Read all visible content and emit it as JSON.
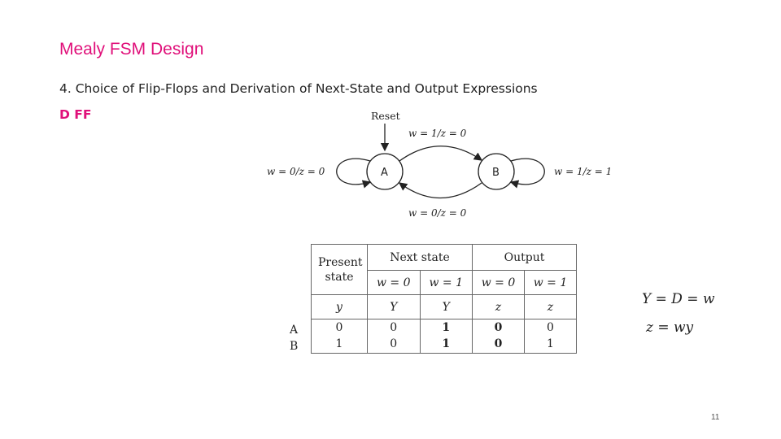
{
  "slide": {
    "title": "Mealy FSM Design",
    "subtitle": "4. Choice of Flip-Flops and Derivation of Next-State and Output Expressions",
    "flipflop_label": "D FF",
    "page_number": "11"
  },
  "diagram": {
    "reset_label": "Reset",
    "states": [
      "A",
      "B"
    ],
    "transitions": {
      "a_to_b": "w = 1/z = 0",
      "b_to_a": "w = 0/z = 0",
      "a_self": "w = 0/z = 0",
      "b_self": "w = 1/z = 1"
    }
  },
  "table": {
    "header_present": "Present state",
    "header_next": "Next state",
    "header_output": "Output",
    "sub_w0": "w = 0",
    "sub_w1": "w = 1",
    "var_present": "y",
    "var_next": "Y",
    "var_output": "z",
    "rows": [
      {
        "label": "A",
        "y": "0",
        "Y_w0": "0",
        "Y_w1": "1",
        "z_w0": "0",
        "z_w1": "0"
      },
      {
        "label": "B",
        "y": "1",
        "Y_w0": "0",
        "Y_w1": "1",
        "z_w0": "0",
        "z_w1": "1"
      }
    ]
  },
  "equations": {
    "next_state": "Y = D = w",
    "output": "z = wy"
  }
}
